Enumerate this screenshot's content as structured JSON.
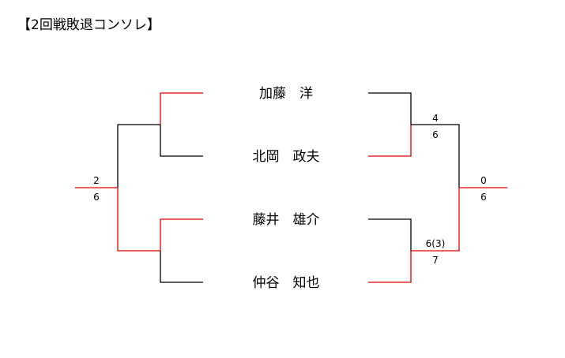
{
  "title": "【2回戦敗退コンソレ】",
  "colors": {
    "win": "#e00000",
    "lose": "#000000"
  },
  "players": [
    {
      "name": "加藤　洋"
    },
    {
      "name": "北岡　政夫"
    },
    {
      "name": "藤井　雄介"
    },
    {
      "name": "仲谷　知也"
    }
  ],
  "left_final": {
    "top_score": "2",
    "bottom_score": "6"
  },
  "right_semis": [
    {
      "top_score": "4",
      "bottom_score": "6"
    },
    {
      "top_score": "6(3)",
      "bottom_score": "7"
    }
  ],
  "right_final": {
    "top_score": "0",
    "bottom_score": "6"
  }
}
